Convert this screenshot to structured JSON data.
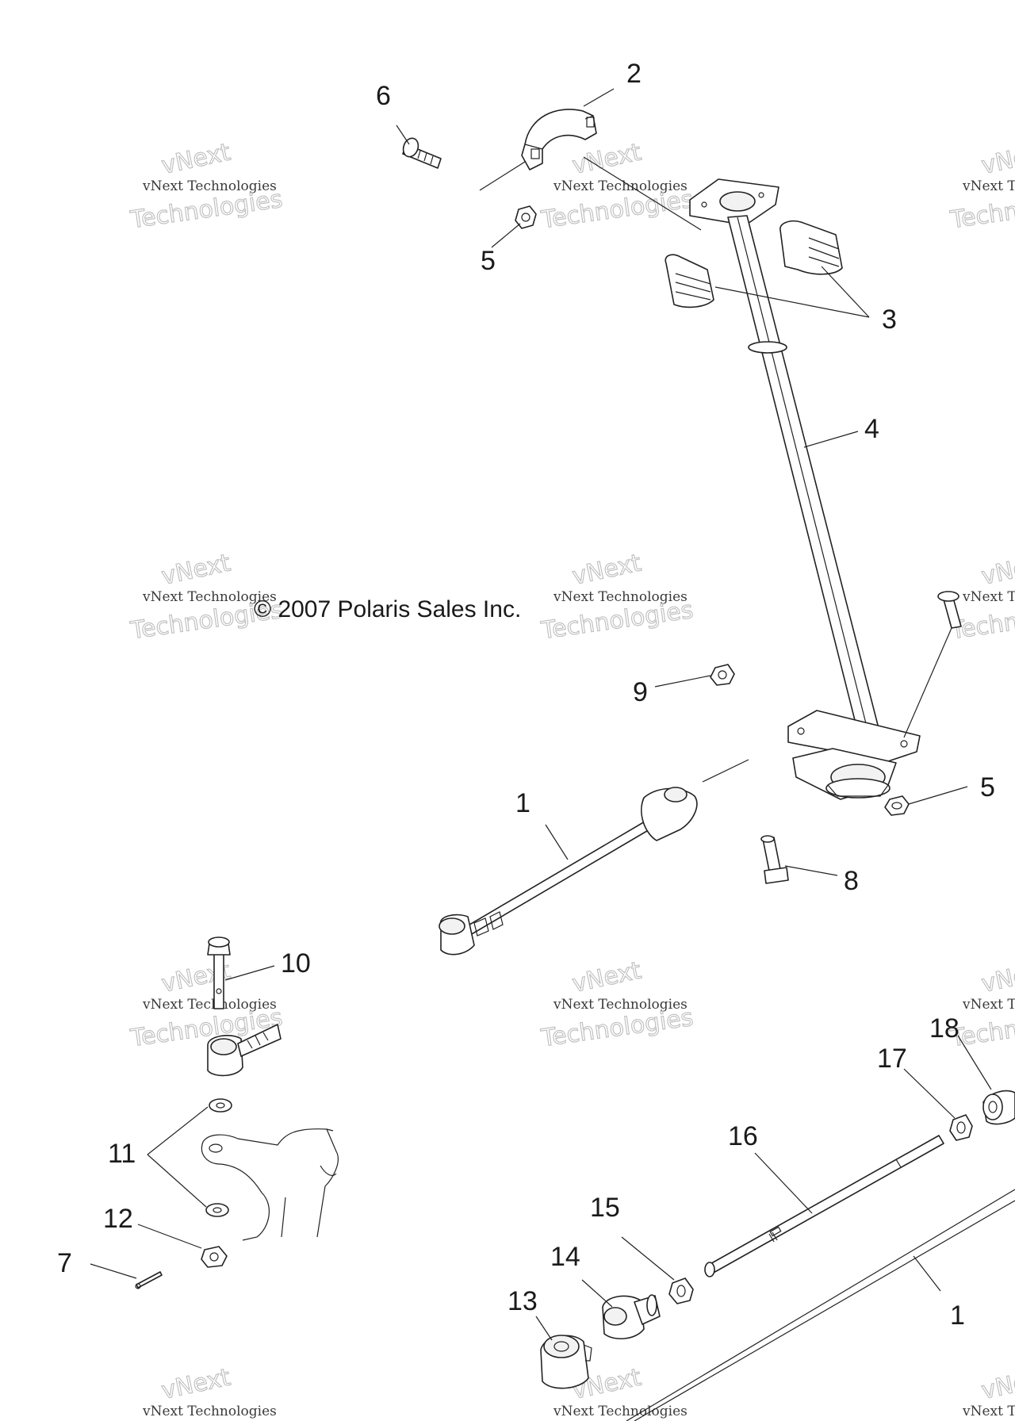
{
  "copyright": "© 2007 Polaris Sales Inc.",
  "watermark": {
    "line1": "vNext Technologies",
    "line2": "vNext",
    "line3": "Technologies"
  },
  "callouts": [
    {
      "id": "c2",
      "label": "2"
    },
    {
      "id": "c6",
      "label": "6"
    },
    {
      "id": "c5a",
      "label": "5"
    },
    {
      "id": "c3",
      "label": "3"
    },
    {
      "id": "c4",
      "label": "4"
    },
    {
      "id": "c9",
      "label": "9"
    },
    {
      "id": "c5b",
      "label": "5"
    },
    {
      "id": "c1a",
      "label": "1"
    },
    {
      "id": "c8",
      "label": "8"
    },
    {
      "id": "c10",
      "label": "10"
    },
    {
      "id": "c18",
      "label": "18"
    },
    {
      "id": "c17",
      "label": "17"
    },
    {
      "id": "c16",
      "label": "16"
    },
    {
      "id": "c11",
      "label": "11"
    },
    {
      "id": "c15",
      "label": "15"
    },
    {
      "id": "c12",
      "label": "12"
    },
    {
      "id": "c14",
      "label": "14"
    },
    {
      "id": "c7",
      "label": "7"
    },
    {
      "id": "c13",
      "label": "13"
    },
    {
      "id": "c1b",
      "label": "1"
    }
  ]
}
